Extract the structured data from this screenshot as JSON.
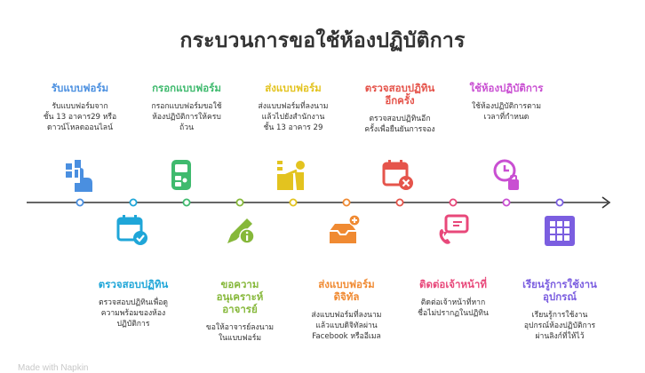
{
  "title": "กระบวนการขอใช้ห้องปฏิบัติการ",
  "watermark": "Made with Napkin",
  "top_steps": [
    {
      "title": "รับแบบฟอร์ม",
      "desc": [
        "รับแบบฟอร์มจาก",
        "ชั้น 13 อาคาร29 หรือ",
        "ดาวน์โหลดออนไลน์"
      ],
      "color": "#4a8fe0",
      "icon": "form-pickup-icon"
    },
    {
      "title": "กรอกแบบฟอร์ม",
      "desc": [
        "กรอกแบบฟอร์มขอใช้",
        "ห้องปฏิบัติการให้ครบ",
        "ถ้วน"
      ],
      "color": "#3fba6e",
      "icon": "fill-form-icon"
    },
    {
      "title": "ส่งแบบฟอร์ม",
      "desc": [
        "ส่งแบบฟอร์มที่ลงนาม",
        "แล้วไปยังสำนักงาน",
        "ชั้น 13 อาคาร 29"
      ],
      "color": "#e3c31f",
      "icon": "submit-form-icon"
    },
    {
      "title": "ตรวจสอบปฏิทิน อีกครั้ง",
      "desc": [
        "ตรวจสอบปฏิทินอีก",
        "ครั้งเพื่อยืนยันการจอง"
      ],
      "color": "#e5544b",
      "icon": "calendar-cancel-icon"
    },
    {
      "title": "ใช้ห้องปฏิบัติการ",
      "desc": [
        "ใช้ห้องปฏิบัติการตาม",
        "เวลาที่กำหนด"
      ],
      "color": "#c94fd2",
      "icon": "clock-lab-icon"
    }
  ],
  "bottom_steps": [
    {
      "title": "ตรวจสอบปฏิทิน",
      "desc": [
        "ตรวจสอบปฏิทินเพื่อดู",
        "ความพร้อมของห้อง",
        "ปฏิบัติการ"
      ],
      "color": "#1fa6d8",
      "icon": "calendar-check-icon"
    },
    {
      "title": "ขอความ อนุเคราะห์ อาจารย์",
      "desc": [
        "ขอให้อาจารย์ลงนาม",
        "ในแบบฟอร์ม"
      ],
      "color": "#86b83a",
      "icon": "pen-info-icon"
    },
    {
      "title": "ส่งแบบฟอร์ม ดิจิทัล",
      "desc": [
        "ส่งแบบฟอร์มที่ลงนาม",
        "แล้วแบบดิจิทัลผ่าน",
        "Facebook หรืออีเมล"
      ],
      "color": "#f08a32",
      "icon": "inbox-add-icon"
    },
    {
      "title": "ติดต่อเจ้าหน้าที่",
      "desc": [
        "ติดต่อเจ้าหน้าที่หาก",
        "ชื่อไม่ปรากฏในปฏิทิน"
      ],
      "color": "#e8487a",
      "icon": "contact-staff-icon"
    },
    {
      "title": "เรียนรู้การใช้งาน อุปกรณ์",
      "desc": [
        "เรียนรู้การใช้งาน",
        "อุปกรณ์ห้องปฏิบัติการ",
        "ผ่านลิงก์ที่ให้ไว้"
      ],
      "color": "#7b5ee0",
      "icon": "grid-apps-icon"
    }
  ]
}
